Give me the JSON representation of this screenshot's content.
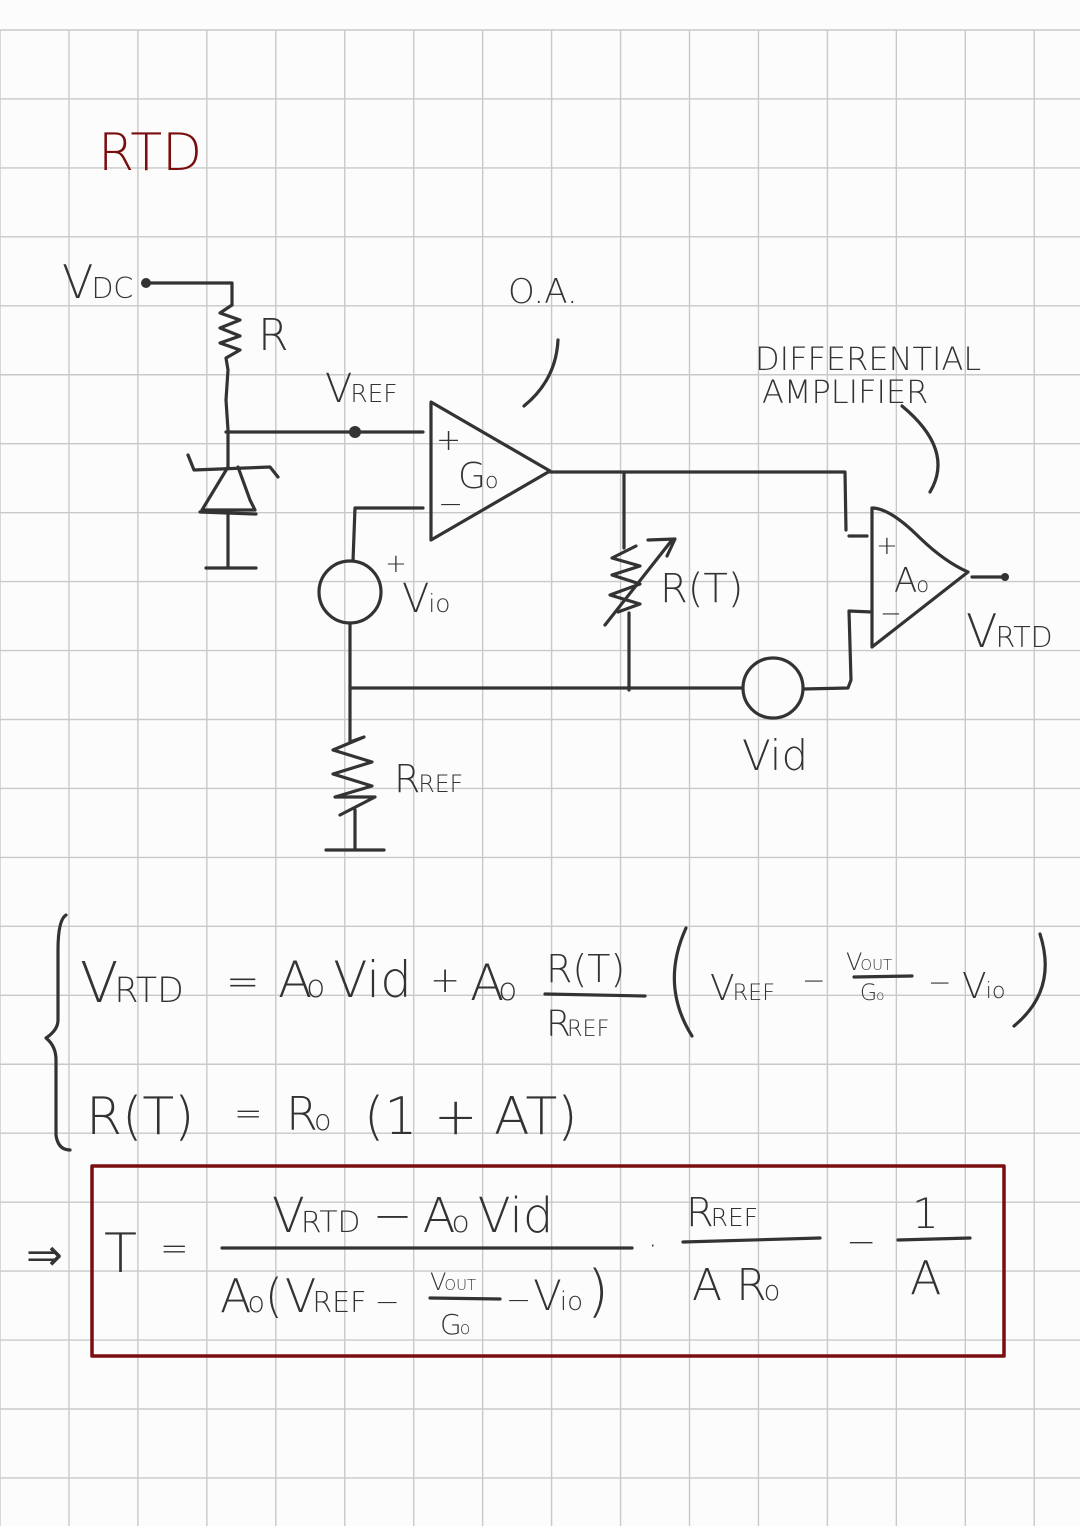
{
  "page": {
    "title": "RTD",
    "accent_color": "#7a0e0e",
    "ink_color": "#333333",
    "paper": "grid"
  },
  "circuit": {
    "labels": {
      "vdc": {
        "main": "V",
        "sub": "DC"
      },
      "r": "R",
      "vref": {
        "main": "V",
        "sub": "REF"
      },
      "oa_annotation": "O.A.",
      "op_amp_1_plus": "+",
      "op_amp_1_minus": "−",
      "op_amp_1_gain": {
        "main": "G",
        "sub": "o"
      },
      "vio_plus": "+",
      "vio": {
        "main": "V",
        "sub": "io"
      },
      "rt": "R(T)",
      "rref": {
        "main": "R",
        "sub": "REF"
      },
      "vid": "Vid",
      "diff_amp_line1": "DIFFERENTIAL",
      "diff_amp_line2": "AMPLIFIER",
      "op_amp_2_plus": "+",
      "op_amp_2_minus": "−",
      "op_amp_2_gain": {
        "main": "A",
        "sub": "o"
      },
      "vrtd": {
        "main": "V",
        "sub": "RTD"
      }
    }
  },
  "equations": {
    "system": {
      "eq1": {
        "lhs": {
          "main": "V",
          "sub": "RTD"
        },
        "equals": "=",
        "term1": {
          "main": "A",
          "sub": "o",
          "rest": "Vid"
        },
        "plus": "+",
        "term2_coef": {
          "main": "A",
          "sub": "o"
        },
        "frac_num": "R(T)",
        "frac_den": {
          "main": "R",
          "sub": "REF"
        },
        "paren_open": "(",
        "vref": {
          "main": "V",
          "sub": "REF"
        },
        "minus1": "−",
        "inner_frac_num": {
          "main": "V",
          "sub": "OUT"
        },
        "inner_frac_den": {
          "main": "G",
          "sub": "o"
        },
        "minus2": "−",
        "vio": {
          "main": "V",
          "sub": "io"
        },
        "paren_close": ")"
      },
      "eq2": {
        "lhs": "R(T)",
        "equals": "=",
        "coef": {
          "main": "R",
          "sub": "o"
        },
        "rhs": "(1 + AT)"
      }
    },
    "result": {
      "implies": "⇒",
      "lhs": "T",
      "equals": "=",
      "num": {
        "v": "V",
        "v_sub": "RTD",
        "minus": "−",
        "a": "A",
        "a_sub": "o",
        "rest": "Vid"
      },
      "den": {
        "a": "A",
        "a_sub": "o",
        "open": "(",
        "v": "V",
        "v_sub": "REF",
        "minus1": "−",
        "frac_num": {
          "main": "V",
          "sub": "OUT"
        },
        "frac_den": {
          "main": "G",
          "sub": "o"
        },
        "minus2": "−",
        "vio": {
          "main": "V",
          "sub": "io"
        },
        "close": ")"
      },
      "dot": "·",
      "frac2_num": {
        "main": "R",
        "sub": "REF"
      },
      "frac2_den": {
        "main": "A R",
        "sub": "o"
      },
      "minus": "−",
      "frac3_num": "1",
      "frac3_den": "A"
    }
  }
}
